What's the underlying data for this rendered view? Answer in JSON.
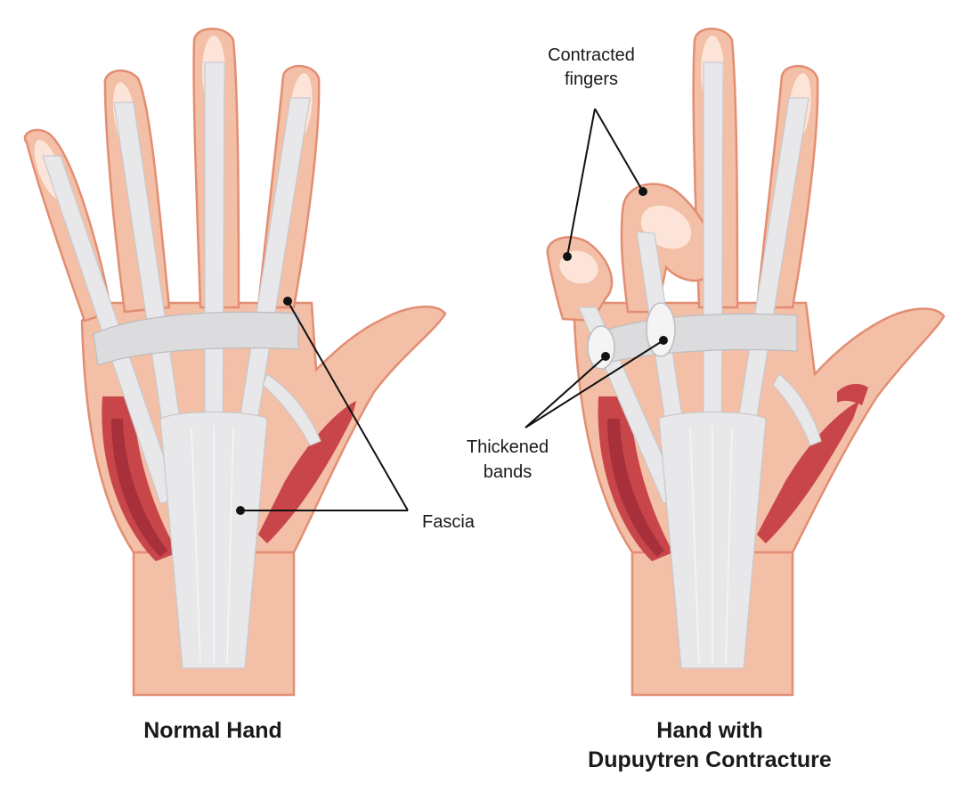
{
  "figure": {
    "left_hand": {
      "caption": "Normal Hand",
      "callouts": {
        "fascia": "Fascia"
      }
    },
    "right_hand": {
      "caption_line1": "Hand with",
      "caption_line2": "Dupuytren Contracture",
      "callouts": {
        "contracted_line1": "Contracted",
        "contracted_line2": "fingers",
        "thickened_line1": "Thickened",
        "thickened_line2": "bands"
      }
    }
  },
  "colors": {
    "skin": "#f3bfa6",
    "skin_outline": "#e28e73",
    "muscle": "#c8464a",
    "fascia": "#e8e8ea",
    "leader": "#111111"
  }
}
